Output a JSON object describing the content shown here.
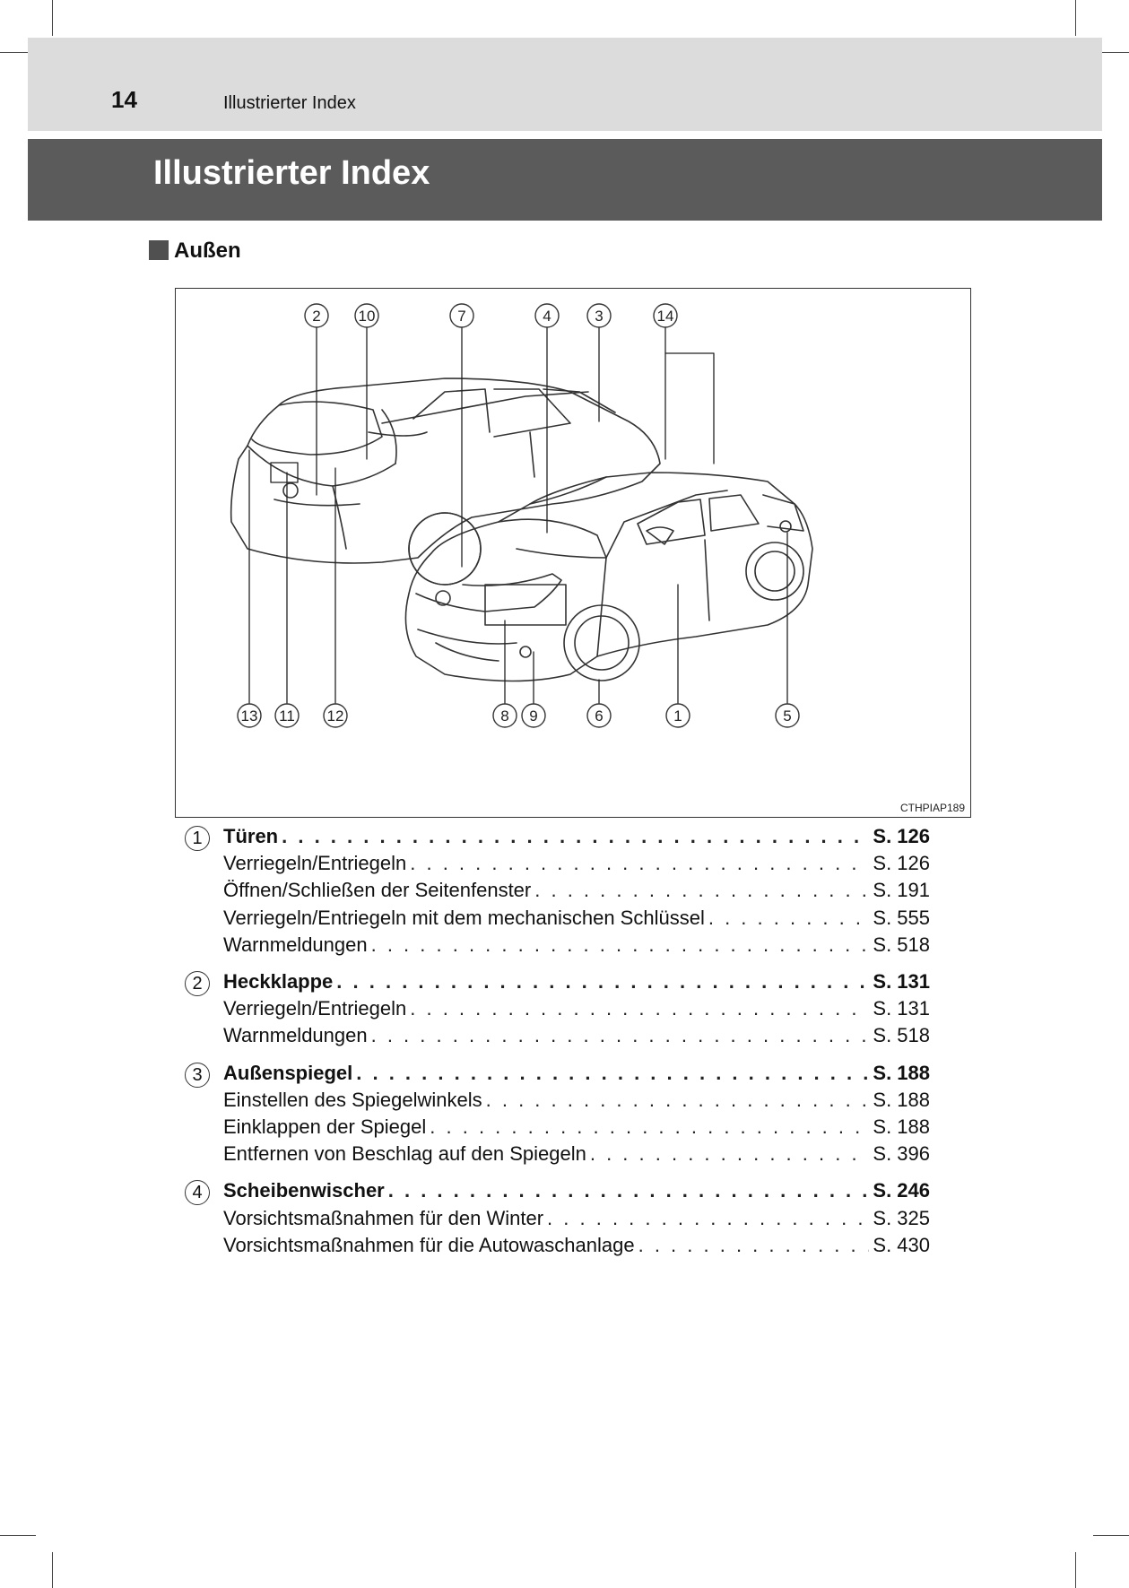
{
  "header": {
    "page_number": "14",
    "running_title": "Illustrierter Index"
  },
  "title": "Illustrierter Index",
  "section": {
    "heading": "Außen"
  },
  "figure": {
    "code": "CTHPIAP189",
    "callouts_top": [
      "2",
      "10",
      "7",
      "4",
      "3",
      "14"
    ],
    "callouts_bottom": [
      "13",
      "11",
      "12",
      "8",
      "9",
      "6",
      "1",
      "5"
    ]
  },
  "index": [
    {
      "number": "1",
      "main": {
        "label": "Türen",
        "page": "S. 126"
      },
      "subs": [
        {
          "label": "Verriegeln/Entriegeln",
          "page": "S. 126"
        },
        {
          "label": "Öffnen/Schließen der Seitenfenster",
          "page": "S. 191"
        },
        {
          "label": "Verriegeln/Entriegeln mit dem mechanischen Schlüssel",
          "page": "S. 555"
        },
        {
          "label": "Warnmeldungen",
          "page": "S. 518"
        }
      ]
    },
    {
      "number": "2",
      "main": {
        "label": "Heckklappe",
        "page": "S. 131"
      },
      "subs": [
        {
          "label": "Verriegeln/Entriegeln",
          "page": "S. 131"
        },
        {
          "label": "Warnmeldungen",
          "page": "S. 518"
        }
      ]
    },
    {
      "number": "3",
      "main": {
        "label": "Außenspiegel",
        "page": "S. 188"
      },
      "subs": [
        {
          "label": "Einstellen des Spiegelwinkels",
          "page": "S. 188"
        },
        {
          "label": "Einklappen der Spiegel",
          "page": "S. 188"
        },
        {
          "label": "Entfernen von Beschlag auf den Spiegeln",
          "page": "S. 396"
        }
      ]
    },
    {
      "number": "4",
      "main": {
        "label": "Scheibenwischer",
        "page": "S. 246"
      },
      "subs": [
        {
          "label": "Vorsichtsmaßnahmen für den Winter",
          "page": "S. 325"
        },
        {
          "label": "Vorsichtsmaßnahmen für die Autowaschanlage",
          "page": "S. 430"
        }
      ]
    }
  ]
}
